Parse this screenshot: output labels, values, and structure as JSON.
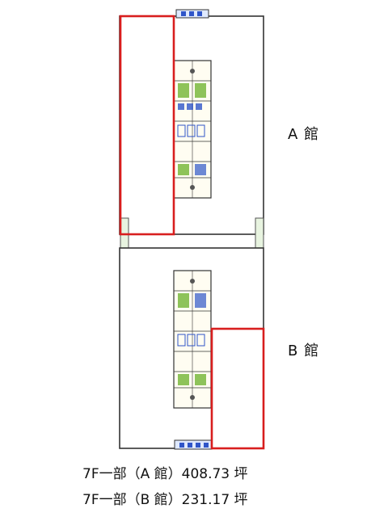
{
  "buildings": {
    "a": {
      "label": "A 館"
    },
    "b": {
      "label": "B 館"
    }
  },
  "areas": [
    {
      "text": "7F一部（A 館）408.73 坪"
    },
    {
      "text": "7F一部（B 館）231.17 坪"
    }
  ],
  "colors": {
    "outline": "#333333",
    "highlight": "#d81e1e",
    "core_fill": "#fffdf2",
    "toilet_green": "#7ab83f",
    "door_blue": "#2f55c8"
  }
}
